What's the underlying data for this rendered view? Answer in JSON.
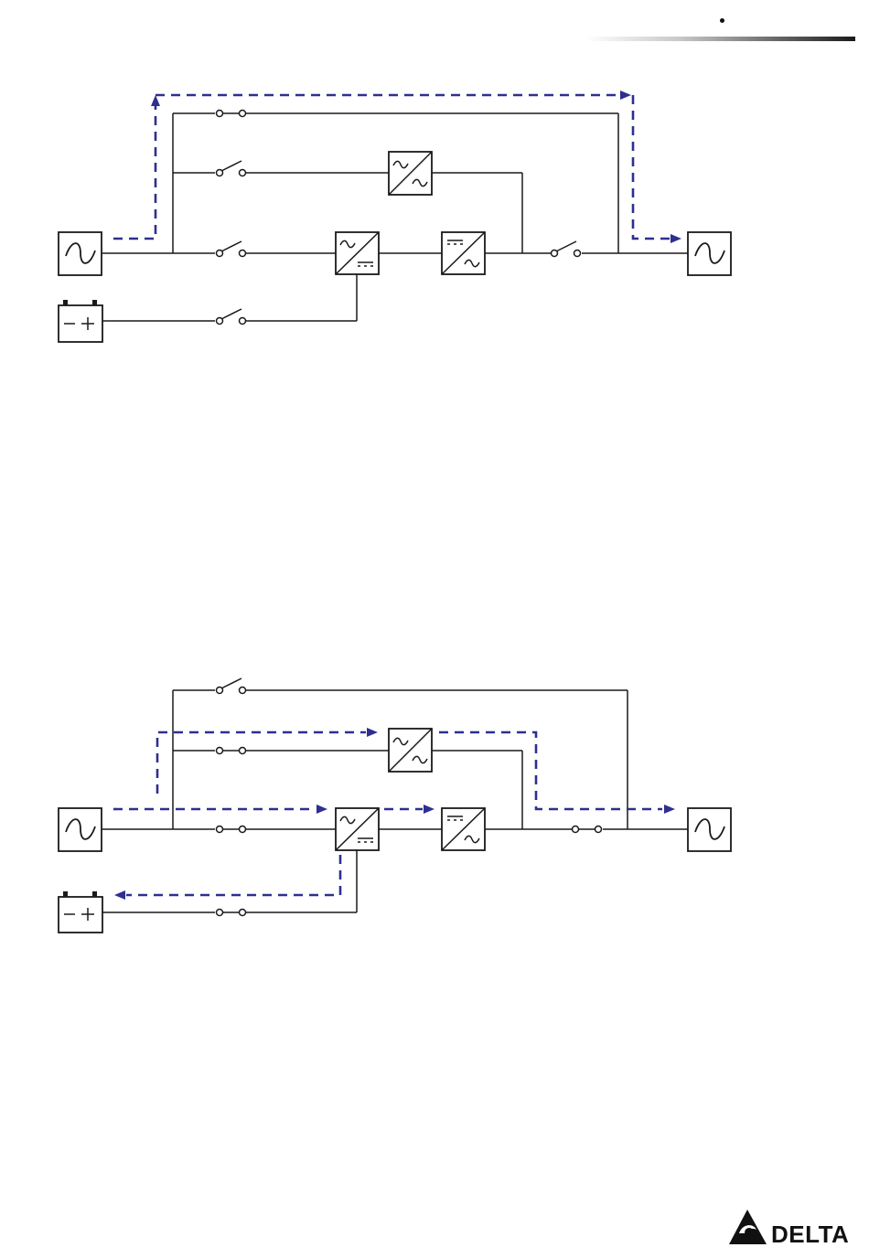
{
  "header": {},
  "diagrams": [
    {
      "components": [
        "ac-source-icon",
        "battery-icon",
        "rectifier-icon",
        "inverter-icon",
        "bypass-converter-icon",
        "ac-load-icon"
      ],
      "switches": {
        "static_bypass": "closed",
        "converter_bypass": "open",
        "input": "open",
        "output": "open",
        "battery": "open"
      },
      "flow": "bypass-path"
    },
    {
      "components": [
        "ac-source-icon",
        "battery-icon",
        "rectifier-icon",
        "inverter-icon",
        "bypass-converter-icon",
        "ac-load-icon"
      ],
      "switches": {
        "static_bypass": "open",
        "converter_bypass": "closed",
        "input": "closed",
        "output": "closed",
        "battery": "closed"
      },
      "flow": "normal-path-with-battery-charging"
    }
  ],
  "colors": {
    "flow": "#2e2f8f",
    "line": "#1a1a1a"
  },
  "logo": {
    "text": "DELTA"
  }
}
